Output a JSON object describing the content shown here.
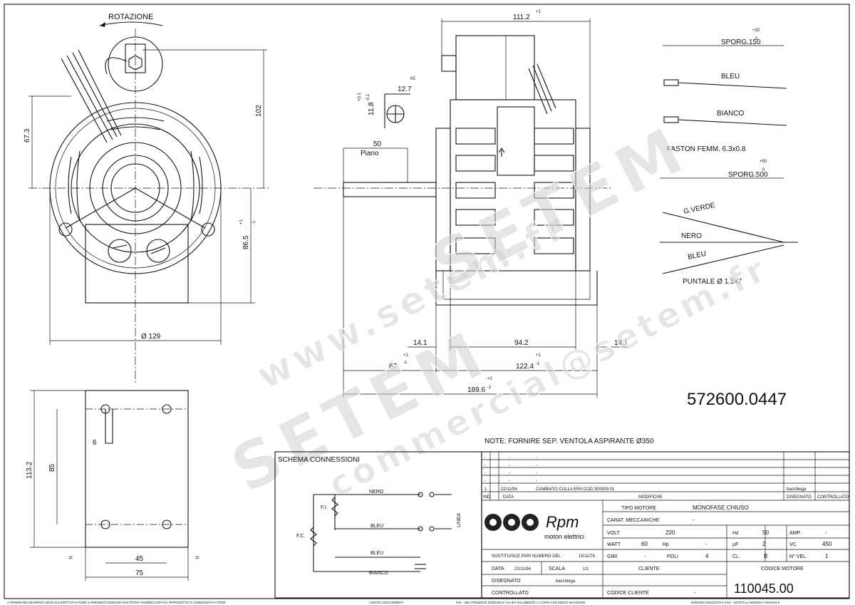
{
  "drawing": {
    "rotation_label": "ROTAZIONE",
    "part_number": "572600.0447",
    "note": "NOTE: FORNIRE SEP. VENTOLA ASPIRANTE Ø350",
    "dims": {
      "d673": "67.3",
      "d102": "102",
      "d865": "86.5",
      "d865_tol_plus": "+1",
      "d865_tol_minus": "-1",
      "d129": "Ø 129",
      "d1112": "111.2",
      "d1112_tol": "+1",
      "d1132": "113.2",
      "d85": "85",
      "d6": "6",
      "d45": "45",
      "d75": "75",
      "d50": "50",
      "piano": "Piano",
      "d141_left": "14.1",
      "d141_right": "14.1",
      "d942": "94.2",
      "d67": "67",
      "d67_tol_plus": "+1",
      "d67_tol_minus": "-1",
      "d1224": "122.4",
      "d1224_tol_plus": "+1",
      "d1224_tol_minus": "-1",
      "d1896": "189.6",
      "d1896_tol_plus": "+2",
      "d1896_tol_minus": "-2",
      "shaft_w": "12.7",
      "shaft_h": "11.8",
      "shaft_fit": "h5",
      "shaft_tol_plus": "+0.1",
      "shaft_tol_minus": "-0.1",
      "eq": "="
    },
    "wiring_right": {
      "sporg150": "SPORG.150",
      "sporg150_tol_plus": "+30",
      "sporg150_tol_minus": "0",
      "bleu": "BLEU",
      "bianco": "BIANCO",
      "faston": "FASTON FEMM. 6.3x0.8",
      "sporg500": "SPORG.500",
      "sporg500_tol_plus": "+50",
      "sporg500_tol_minus": "0",
      "gverde": "G.VERDE",
      "nero": "NERO",
      "bleu2": "BLEU",
      "puntale": "PUNTALE Ø 1.5x7"
    }
  },
  "watermark": {
    "line1": "www.setem.fr",
    "line2": "SETEM",
    "line3": "SETEM",
    "line4": "commercial@setem.fr"
  },
  "schema": {
    "title": "SCHEMA CONNESSIONI",
    "nero": "NERO",
    "bleu1": "BLEU",
    "bleu2": "BLEU",
    "bianco": "BIANCO",
    "fi": "F.I.",
    "fc": "F.C.",
    "linea": "LINEA"
  },
  "revisions": {
    "rows": [
      {
        "ind": "-",
        "data": "-",
        "modifiche": "-"
      },
      {
        "ind": "-",
        "data": "-",
        "modifiche": "-"
      },
      {
        "ind": "-",
        "data": "-",
        "modifiche": "-"
      },
      {
        "ind": "-",
        "data": "-",
        "modifiche": "-"
      },
      {
        "ind": "1",
        "data": "22/11/94",
        "modifiche": "CAMBIATO CULLA ERA COD.300009.01",
        "disegnato": "bacchiega"
      }
    ],
    "header": {
      "ind": "IND",
      "data": "DATA",
      "modifiche": "MODIFICHE",
      "disegnato": "DISEGNATO",
      "controllato": "CONTROLLATO"
    }
  },
  "logo": {
    "mark": "Rpm",
    "sub": "motori elettrici"
  },
  "specs": {
    "tipo_motore_label": "TIPO MOTORE",
    "tipo_motore": "MONOFASE CHIUSO",
    "carat_label": "CARAT. MECCANICHE",
    "carat": "-",
    "volt_label": "VOLT",
    "volt": "220",
    "hz_label": "Hz",
    "hz": "50",
    "amp_label": "AMP.",
    "amp": "-",
    "watt_label": "WATT",
    "watt": "60",
    "hp_label": "Hp",
    "hp": "-",
    "uf_label": "µF",
    "uf": "2",
    "vc_label": "VC",
    "vc": "450",
    "giri_label": "GIRI",
    "giri": "-",
    "poli_label": "POLI",
    "poli": "4",
    "cl_label": "CL.",
    "cl": "B",
    "nvel_label": "N° VEL.",
    "nvel": "1"
  },
  "meta": {
    "sostituisce_label": "SOSTITUISCE PARI NUMERO DEL",
    "sostituisce_date": "15/11/78",
    "data_label": "DATA",
    "data": "22/11/94",
    "scala_label": "SCALA",
    "scala": "1/1",
    "cliente_label": "CLIENTE",
    "codice_motore_label": "CODICE MOTORE",
    "disegnato_label": "DISEGNATO",
    "disegnato": "bacchiega",
    "controllato_label": "CONTROLLATO",
    "codice_cliente_label": "CODICE CLIENTE",
    "codice_cliente": "-",
    "codice_motore": "110045.00"
  },
  "footer": {
    "left": "A TERMINI DEI SEVERNTI LEGGI SUI DIRITTI D'AUTORE IL PRESENTE DISEGNO NON POTRA' ESSERE COPIATO, RIPRODOTTO O CONSEGNATO A TERZI",
    "mid": "A DITTE CONCORRENTI",
    "right": "N.B. - DEL PRESENTE DISEGNO E' VALIDA SOLAMENTE LA COPIA CON INDICE MAGGIORE",
    "far": "DISEGNO ESEGUITO A CAD - VIETATA LA MODIFICA MANUALE"
  }
}
